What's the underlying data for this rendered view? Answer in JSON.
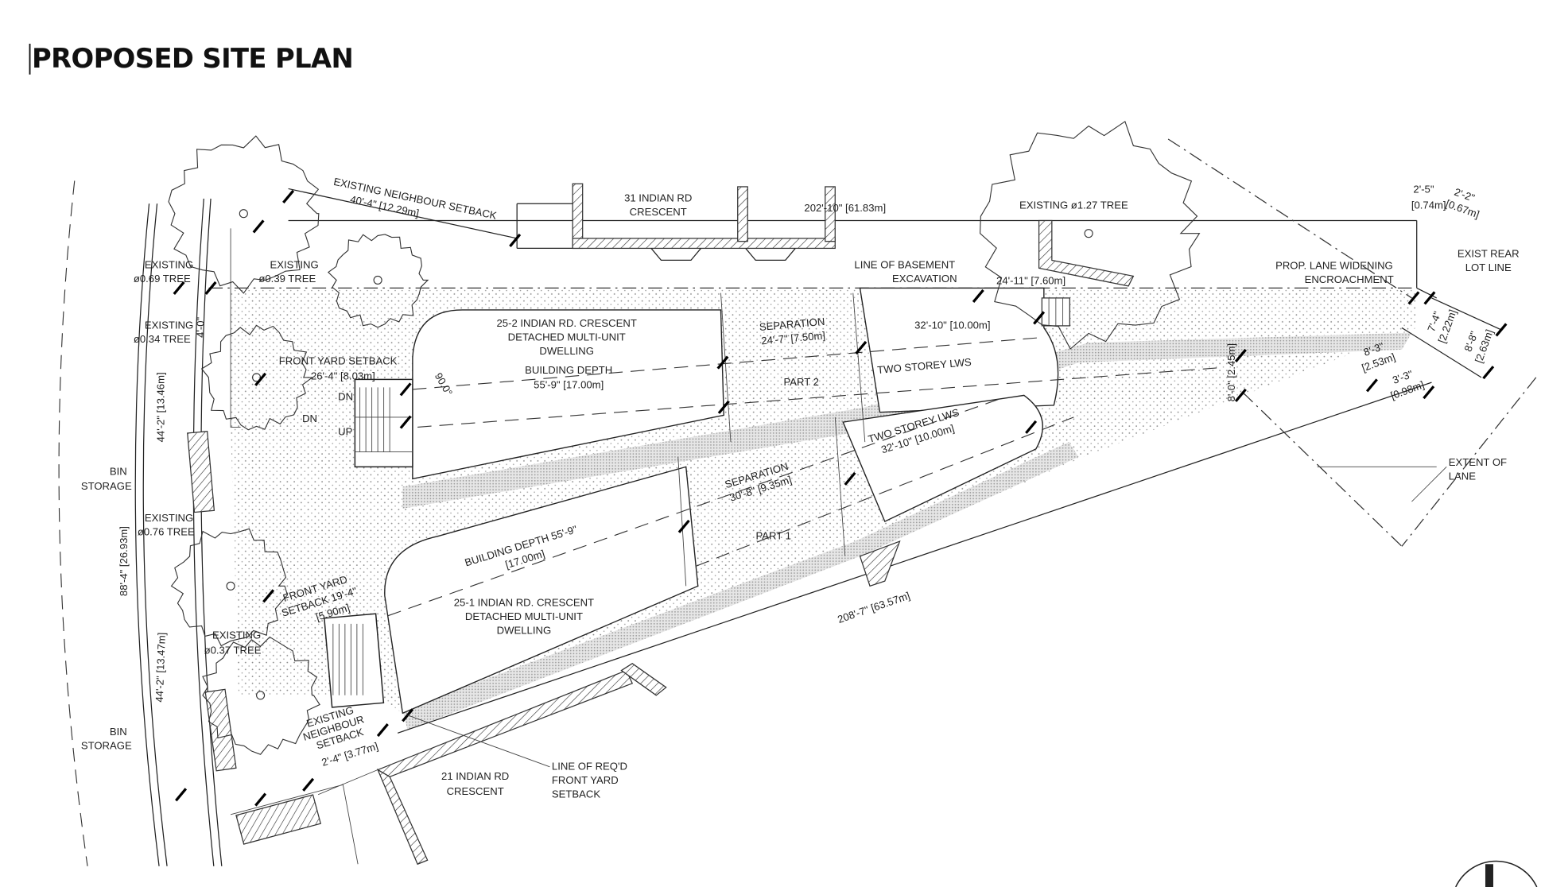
{
  "title": "PROPOSED SITE PLAN",
  "labels": {
    "neighbour_setback_top": [
      "EXISTING NEIGHBOUR SETBACK",
      "40'-4\" [12.29m]"
    ],
    "indian_rd_31": [
      "31 INDIAN RD",
      "CRESCENT"
    ],
    "north_lot_dim": "202'-10\" [61.83m]",
    "tree_127": "EXISTING ø1.27 TREE",
    "dim_2_5": [
      "2'-5\"",
      "[0.74m]"
    ],
    "dim_2_2": [
      "2'-2\"",
      "[0.67m]"
    ],
    "exist_rear_lot_line": [
      "EXIST REAR",
      "LOT LINE"
    ],
    "lane_widening": [
      "PROP. LANE WIDENING",
      "ENCROACHMENT"
    ],
    "basement_excavation": [
      "LINE OF BASEMENT",
      "EXCAVATION"
    ],
    "dim_24_11": "24'-11\" [7.60m]",
    "tree_069": [
      "EXISTING",
      "ø0.69 TREE"
    ],
    "tree_039": [
      "EXISTING",
      "ø0.39 TREE"
    ],
    "tree_034": [
      "EXISTING",
      "ø0.34 TREE"
    ],
    "dim_4_0": "4'-0\"",
    "dwelling_25_2": [
      "25-2 INDIAN RD. CRESCENT",
      "DETACHED MULTI-UNIT",
      "DWELLING",
      "BUILDING DEPTH",
      "55'-9\" [17.00m]"
    ],
    "front_yard_setback_top": [
      "FRONT YARD SETBACK",
      "26'-4\" [8.03m]"
    ],
    "angle": "90.0°",
    "dn": "DN",
    "up": "UP",
    "separation_2": [
      "SEPARATION",
      "24'-7\" [7.50m]"
    ],
    "part_2": "PART 2",
    "lws_2_dim": "32'-10\" [10.00m]",
    "lws_2": "TWO STOREY LWS",
    "lws_1": [
      "TWO STOREY LWS",
      "32'-10\" [10.00m]"
    ],
    "separation_1": [
      "SEPARATION",
      "30'-8\" [9.35m]"
    ],
    "part_1": "PART 1",
    "building_depth_1": [
      "BUILDING DEPTH 55'-9\"",
      "[17.00m]"
    ],
    "dwelling_25_1": [
      "25-1 INDIAN RD. CRESCENT",
      "DETACHED MULTI-UNIT",
      "DWELLING"
    ],
    "front_yard_setback_bottom": [
      "FRONT YARD",
      "SETBACK 19'-4\"",
      "[5.90m]"
    ],
    "tree_037": [
      "EXISTING",
      "ø0.37 TREE"
    ],
    "tree_076": [
      "EXISTING",
      "ø0.76 TREE"
    ],
    "bin_storage_top": [
      "BIN",
      "STORAGE"
    ],
    "bin_storage_bottom": [
      "BIN",
      "STORAGE"
    ],
    "neighbour_setback_bottom": [
      "EXISTING",
      "NEIGHBOUR",
      "SETBACK",
      "2'-4\" [3.77m]"
    ],
    "indian_rd_21": [
      "21 INDIAN RD",
      "CRESCENT"
    ],
    "req_front_yard": [
      "LINE OF REQ'D",
      "FRONT YARD",
      "SETBACK"
    ],
    "extent_of_lane": [
      "EXTENT OF",
      "LANE"
    ],
    "south_lot_dim": "208'-7\" [63.57m]",
    "frontage_top": "44'-2\" [13.46m]",
    "frontage_total": "88'-4\" [26.93m]",
    "frontage_bottom": "44'-2\" [13.47m]",
    "dim_8_0": "8'-0\" [2.45m]",
    "dim_8_3": [
      "8'-3\"",
      "[2.53m]"
    ],
    "dim_3_3": [
      "3'-3\"",
      "[0.98m]"
    ],
    "dim_7_4": [
      "7'-4\"",
      "[2.22m]"
    ],
    "dim_8_8": [
      "8'-8\"",
      "[2.63m]"
    ]
  },
  "colors": {
    "line": "#222222",
    "fill_dots": "#888888",
    "stipple": "#b5b5b5"
  }
}
